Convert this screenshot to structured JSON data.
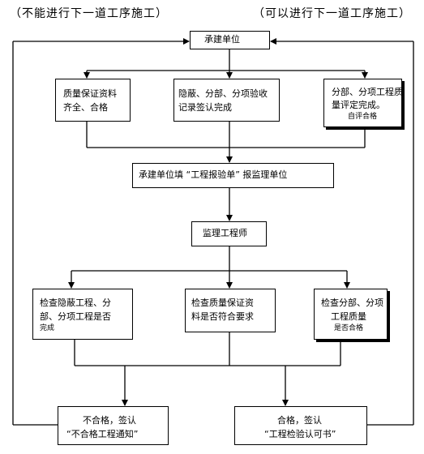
{
  "header": {
    "left": "（不能进行下一道工序施工）",
    "right": "（可以进行下一道工序施工）"
  },
  "nodes": {
    "contractor": "承建单位",
    "quality_docs": [
      "质量保证资料",
      "齐全、合格"
    ],
    "concealed_ack": [
      "隐蔽、分部、分项验收",
      "记录签认完成"
    ],
    "self_eval": [
      "分部、分项工程质",
      "量评定完成。",
      "自评合格"
    ],
    "submit_report": "承建单位填 “工程报验单” 报监理单位",
    "supervisor": "监理工程师",
    "check_concealed": [
      "检查隐蔽工程、分",
      "部、分项工程是否",
      "完成"
    ],
    "check_docs": [
      "检查质量保证资",
      "料是否符合要求"
    ],
    "check_quality": [
      "检查分部、分项",
      "工程质量",
      "是否合格"
    ],
    "fail": [
      "不合格，签认",
      "“不合格工程通知”"
    ],
    "pass": [
      "合格，签认",
      "“工程检验认可书”"
    ]
  }
}
